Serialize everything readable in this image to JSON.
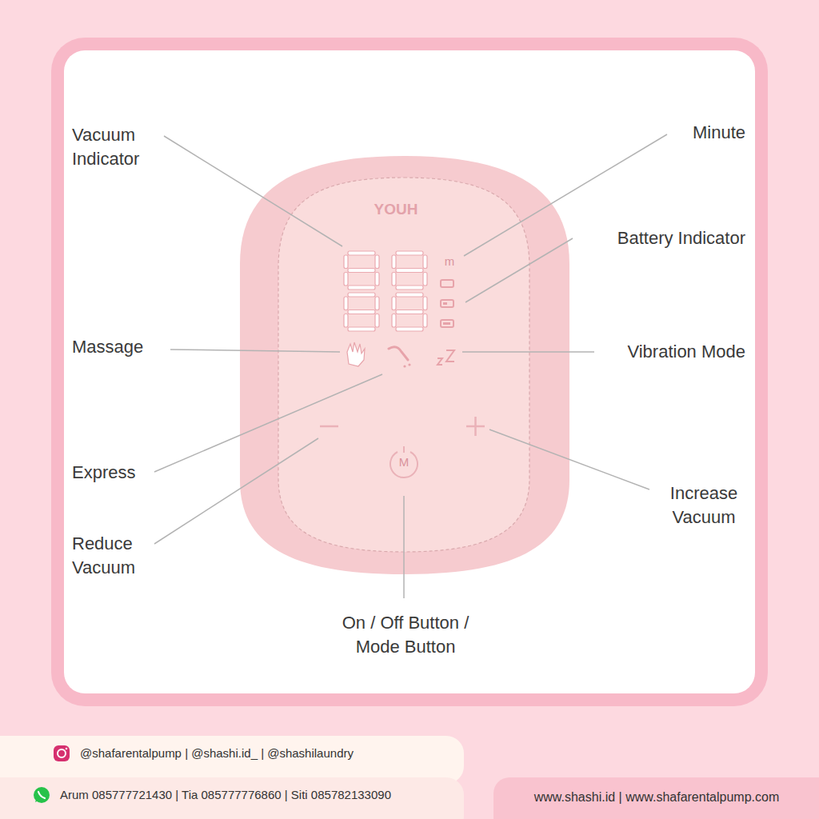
{
  "diagram": {
    "labels": [
      "Vacuum Indicator",
      "Minute",
      "Battery Indicator",
      "Massage",
      "Vibration Mode",
      "Express",
      "Increase Vacuum",
      "Reduce Vacuum",
      "On / Off Button / Mode Button",
      "YOUH",
      "m",
      "M",
      "@shafarentalpump | @shashi.id_ | @shashilaundry",
      "Arum 085777721430 | Tia 085777776860 | Siti 085782133090",
      "www.shashi.id | www.shafarentalpump.com"
    ]
  }
}
